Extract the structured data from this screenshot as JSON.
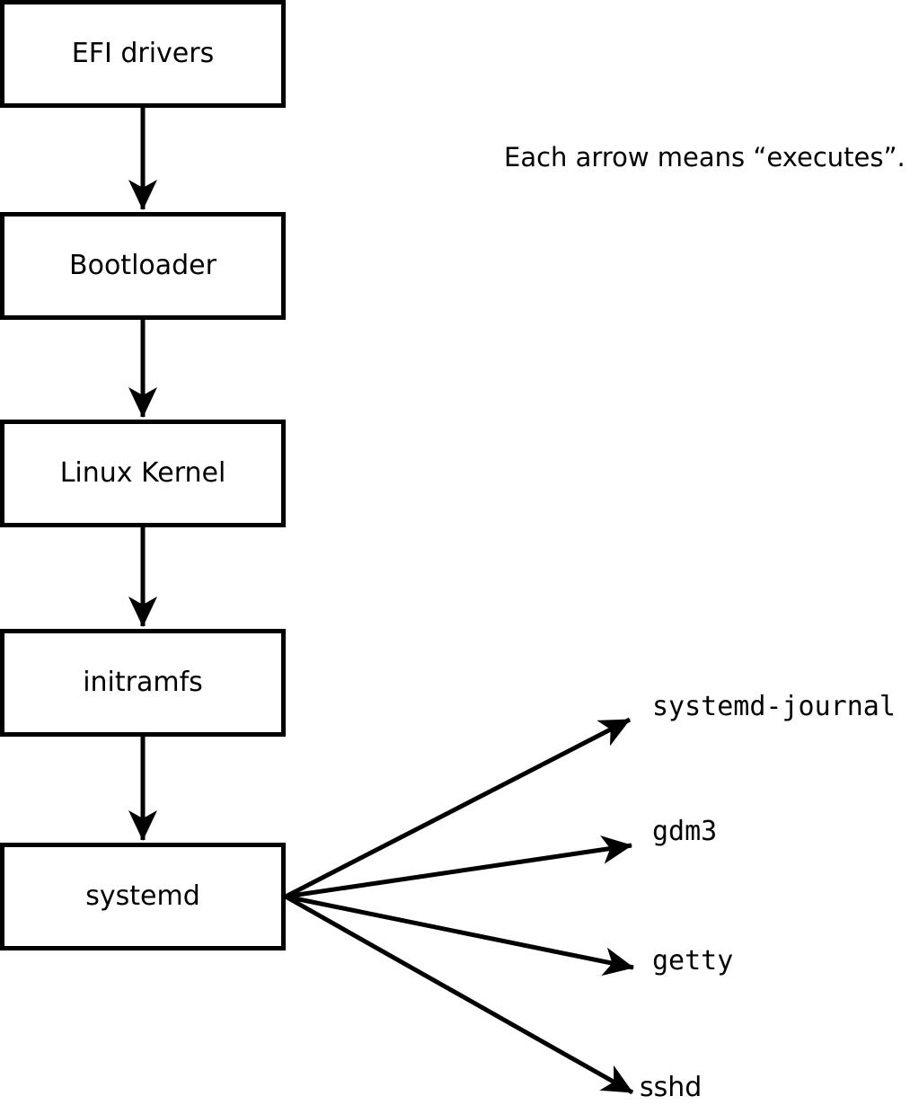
{
  "legend": {
    "note": "Each arrow means “executes”."
  },
  "boot_chain": [
    {
      "label": "EFI drivers"
    },
    {
      "label": "Bootloader"
    },
    {
      "label": "Linux Kernel"
    },
    {
      "label": "initramfs"
    },
    {
      "label": "systemd"
    }
  ],
  "spawned_processes": [
    {
      "label": "systemd-journal"
    },
    {
      "label": "gdm3"
    },
    {
      "label": "getty"
    },
    {
      "label": "sshd"
    }
  ],
  "colors": {
    "ink": "#000000",
    "background": "#ffffff"
  }
}
